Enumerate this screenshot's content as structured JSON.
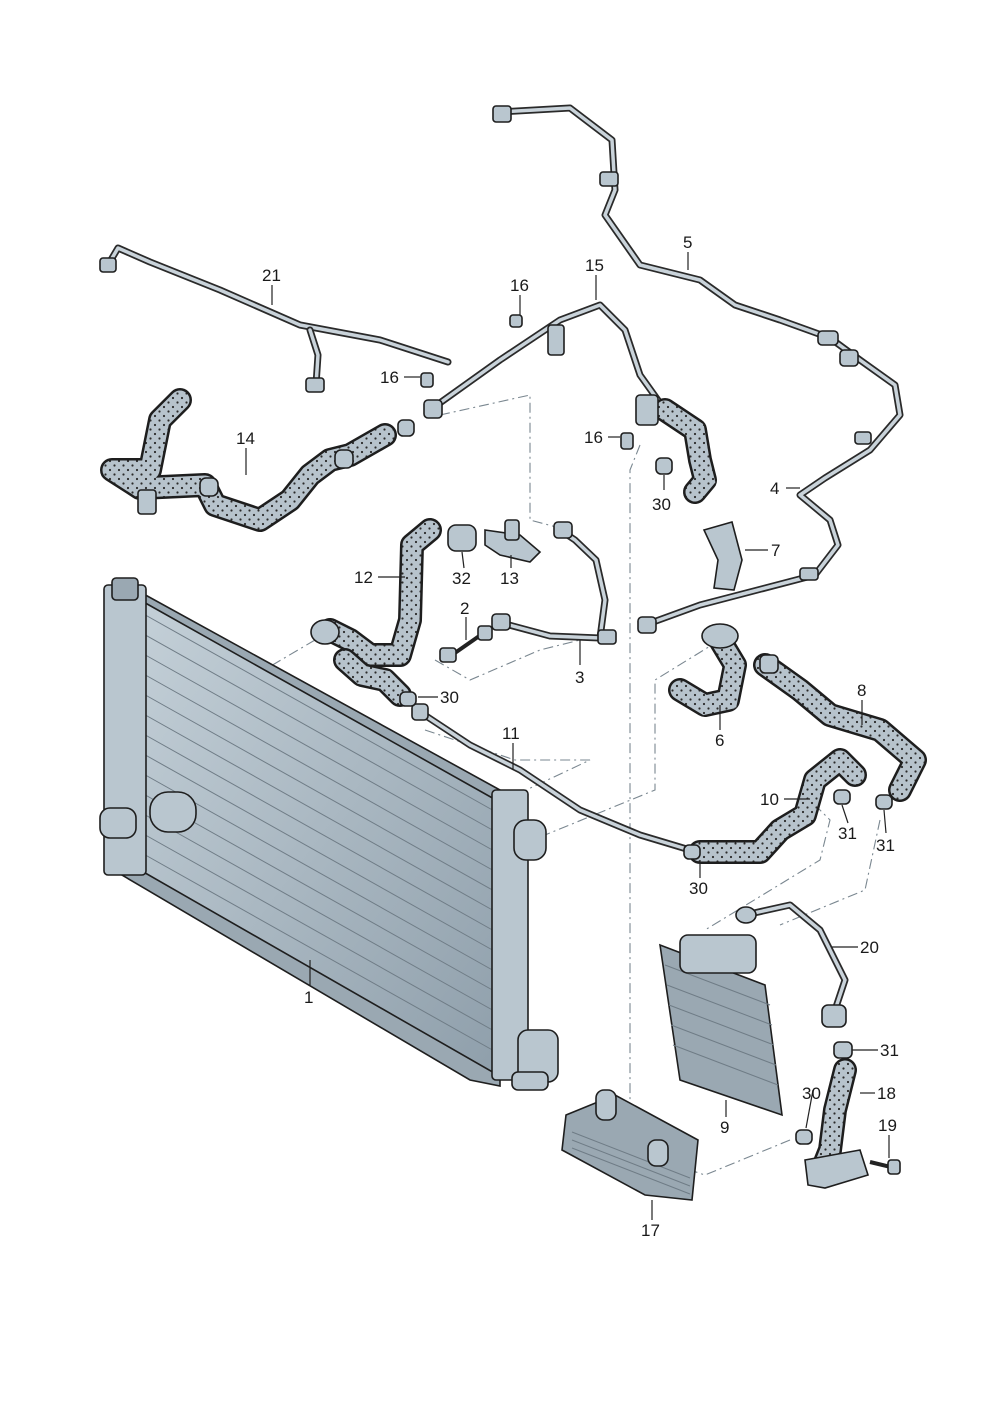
{
  "diagram": {
    "callouts": {
      "c1": "1",
      "c2": "2",
      "c3": "3",
      "c4": "4",
      "c5": "5",
      "c6": "6",
      "c7": "7",
      "c8": "8",
      "c9": "9",
      "c10": "10",
      "c11": "11",
      "c12": "12",
      "c13": "13",
      "c14": "14",
      "c15": "15",
      "c16a": "16",
      "c16b": "16",
      "c16c": "16",
      "c17": "17",
      "c18": "18",
      "c19": "19",
      "c20": "20",
      "c21": "21",
      "c30a": "30",
      "c30b": "30",
      "c30c": "30",
      "c30d": "30",
      "c31a": "31",
      "c31b": "31",
      "c31c": "31",
      "c32": "32"
    }
  }
}
